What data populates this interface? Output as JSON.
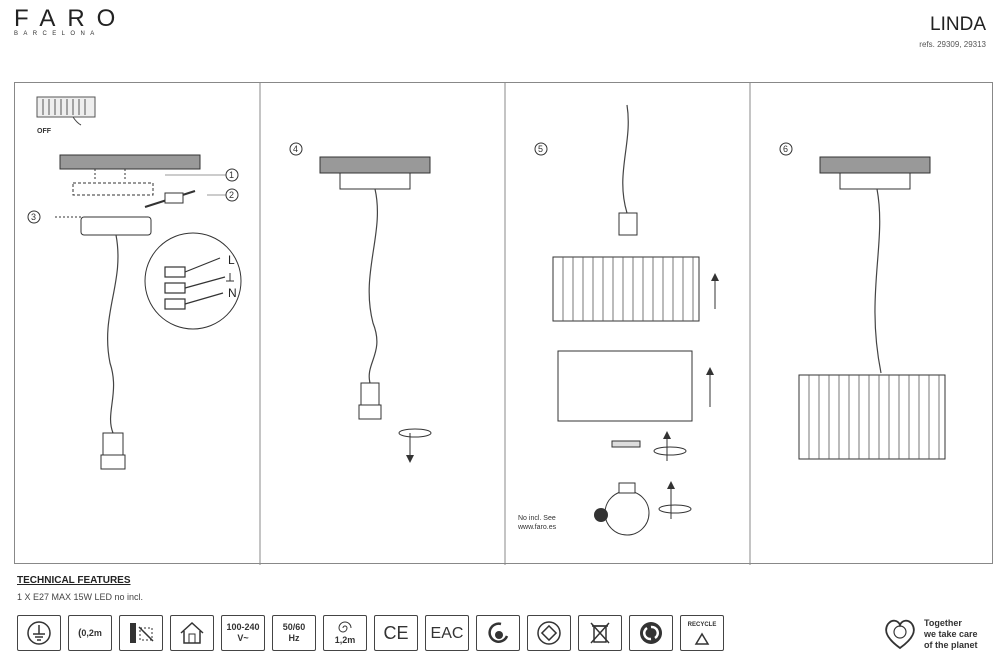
{
  "brand": {
    "name": "FARO",
    "sub": "BARCELONA"
  },
  "product": {
    "name": "LINDA",
    "refs": "refs. 29309, 29313"
  },
  "steps": {
    "panel1": {
      "switch_label": "OFF",
      "callouts": [
        "1",
        "2",
        "3"
      ],
      "wires": [
        "L",
        "N"
      ]
    },
    "panel2": {
      "number": "4"
    },
    "panel3": {
      "number": "5",
      "note_line1": "No incl. See",
      "note_line2": "www.faro.es"
    },
    "panel4": {
      "number": "6"
    }
  },
  "tech": {
    "title": "TECHNICAL FEATURES",
    "text": "1 X E27 MAX 15W LED no incl."
  },
  "icons": {
    "distance": "0,2m",
    "voltage_line1": "100-240",
    "voltage_line2": "V~",
    "freq_line1": "50/60",
    "freq_line2": "Hz",
    "cable": "1,2m",
    "ce": "CE",
    "eac": "EAC",
    "recycle": "RECYCLE"
  },
  "eco": {
    "line1": "Together",
    "line2": "we take care",
    "line3": "of the planet"
  }
}
